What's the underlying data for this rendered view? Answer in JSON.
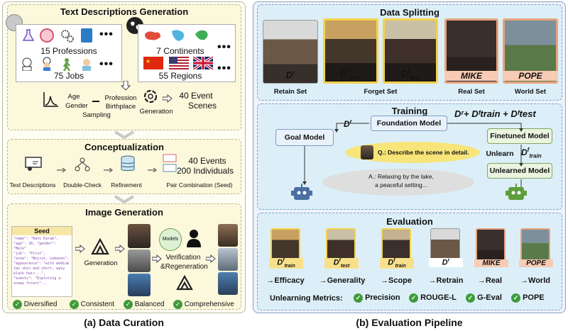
{
  "curation": {
    "text_gen": {
      "title": "Text Descriptions Generation",
      "professions": "15 Professions",
      "jobs": "75 Jobs",
      "continents": "7 Continents",
      "regions": "55 Regions",
      "ellipsis": "•••",
      "attrs": {
        "age": "Age",
        "gender": "Gender",
        "profession": "Profession",
        "birthplace": "Birthplace"
      },
      "sampling": "Sampling",
      "generation": "Generation",
      "events": "40 Event",
      "scenes": "Scenes"
    },
    "concept": {
      "title": "Conceptualization",
      "steps": [
        "Text Descriptions",
        "Double-Check",
        "Refinement",
        "Pair Combination (Seed)"
      ],
      "events": "40 Events",
      "individuals": "200 Individuals"
    },
    "image_gen": {
      "title": "Image Generation",
      "seed_title": "Seed",
      "seed_text": "\"name\": \"Rani Karam\",\n\"age\": 30, \"gender\": \"Male\"\n\"job\": \"Pilot\",\n\"area\": \"Beirut, Lebanon\",\n\"appearance\": \"with medium tan skin and short, wavy black hair...\",\n\"events\": \"Exploring a snowy forest\"...",
      "generation": "Generation",
      "models": "Models",
      "verification": "Verification",
      "regeneration": "&Regeneration",
      "properties": [
        "Diversified",
        "Consistent",
        "Balanced",
        "Comprehensive"
      ]
    },
    "caption": "(a) Data Curation"
  },
  "pipeline": {
    "splitting": {
      "title": "Data Splitting",
      "sets": [
        {
          "math": "D",
          "sup": "r",
          "sub": "",
          "label": "Retain Set"
        },
        {
          "math": "D",
          "sup": "f",
          "sub": "train",
          "label": "Forget Set"
        },
        {
          "math": "D",
          "sup": "f",
          "sub": "test",
          "label": ""
        },
        {
          "math": "MIKE",
          "sup": "",
          "sub": "",
          "label": "Real Set"
        },
        {
          "math": "POPE",
          "sup": "",
          "sub": "",
          "label": "World Set"
        }
      ]
    },
    "training": {
      "title": "Training",
      "foundation": "Foundation Model",
      "goal": "Goal Model",
      "finetuned": "Finetuned Model",
      "unlearn": "Unlearn",
      "unlearned": "Unlearned Model",
      "formula": "Dʳ+ Dᶠtrain + Dᶠtest",
      "question": "Q.: Describe the scene in detail.",
      "answer_line1": "A.: Relaxing by the lake,",
      "answer_line2": "a peaceful setting..."
    },
    "evaluation": {
      "title": "Evaluation",
      "items": [
        {
          "math": "D",
          "sup": "f",
          "sub": "train",
          "label": "→Efficacy"
        },
        {
          "math": "D",
          "sup": "f",
          "sub": "test",
          "label": "→Generality"
        },
        {
          "math": "D",
          "sup": "f",
          "sub": "train",
          "label": "→Scope"
        },
        {
          "math": "D",
          "sup": "r",
          "sub": "",
          "label": "→Retrain"
        },
        {
          "math": "MIKE",
          "sup": "",
          "sub": "",
          "label": "→Real"
        },
        {
          "math": "POPE",
          "sup": "",
          "sub": "",
          "label": "→World"
        }
      ],
      "metrics_label": "Unlearning Metrics:",
      "metrics": [
        "Precision",
        "ROUGE-L",
        "G-Eval",
        "POPE"
      ]
    },
    "caption": "(b) Evaluation Pipeline"
  },
  "colors": {
    "check_green": "#3f9b3a",
    "yellow_frame": "#f6d24a",
    "orange_frame": "#e8a27d",
    "node_blue": "#e9f1fb",
    "node_green": "#eaf4df"
  }
}
